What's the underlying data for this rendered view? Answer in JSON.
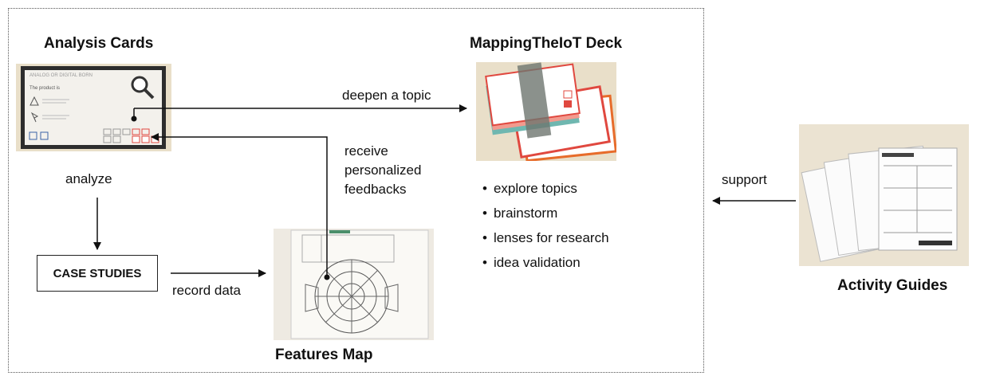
{
  "titles": {
    "analysis_cards": "Analysis Cards",
    "deck": "MappingTheIoT Deck",
    "features_map": "Features Map",
    "activity_guides": "Activity Guides"
  },
  "labels": {
    "deepen": "deepen  a topic",
    "receive": [
      "receive",
      "personalized",
      "feedbacks"
    ],
    "analyze": "analyze",
    "record": "record data",
    "support": "support",
    "case_studies": "CASE STUDIES"
  },
  "deck_uses": [
    "explore topics",
    "brainstorm",
    "lenses for research",
    "idea validation"
  ],
  "card_text": {
    "header": "ANALOG OR DIGITAL BORN",
    "product": "The product is"
  },
  "colors": {
    "photo_bg": "#e9dfc9",
    "card_red": "#e0483f",
    "line": "#111111"
  }
}
